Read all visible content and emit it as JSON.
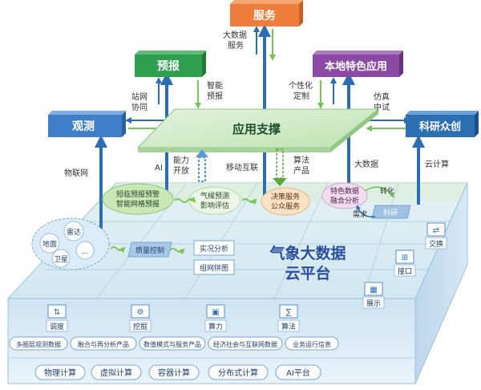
{
  "top_boxes": {
    "fuwu": "服务",
    "yubao": "预报",
    "bendi": "本地特色应用",
    "guance": "观测",
    "keyan": "科研众创"
  },
  "platform": {
    "label": "应用支撑"
  },
  "flow_labels": {
    "dashuju_fuwu": [
      "大数据",
      "服务"
    ],
    "zhiwang_xietong": [
      "站网",
      "协同"
    ],
    "zhineng_yubao": [
      "智能",
      "预报"
    ],
    "gexinghua_dingzhi": [
      "个性化",
      "定制"
    ],
    "fangzhen_zhongshi": [
      "仿真",
      "中试"
    ],
    "wulianwang": "物联网",
    "ai": "AI",
    "nengli_kaifang": [
      "能力",
      "开放"
    ],
    "yidong_hulian": "移动互联",
    "suanfa_chanpin": [
      "算法",
      "产品"
    ],
    "dashuju": "大数据",
    "yunjisuan": "云计算"
  },
  "cloud": {
    "title_line1": "气象大数据",
    "title_line2": "云平台",
    "nodes": {
      "duanlin": [
        "短临预报预警",
        "智能网格预报"
      ],
      "qihou": [
        "气候预测",
        "影响评估"
      ],
      "juece": [
        "决策服务",
        "公众服务"
      ],
      "tese": [
        "特色数据",
        "融合分析"
      ],
      "zhuanhua": "转化",
      "xuqiu": "需求",
      "keyan_small": "科研",
      "zhiliang": "质量控制",
      "shikuang": "实况分析",
      "zuwang": "组网拼图"
    },
    "sources": {
      "leida": "雷达",
      "dimian": "地面",
      "weixing": "卫星",
      "more": "…"
    },
    "right_icons": {
      "jiaohuan": "交换",
      "jiekou": "接口",
      "zhanshi": "展示"
    },
    "bottom_icons": {
      "diaodu": "调度",
      "wajue": "挖掘",
      "suanli": "算力",
      "suanfa": "算法"
    }
  },
  "data_types": [
    "多圈层观测数据",
    "融合与再分析产品",
    "数值模式与服务产品",
    "经济社会与互联网数据",
    "业务运行信息"
  ],
  "compute": [
    "物理计算",
    "虚拟计算",
    "容器计算",
    "分布式计算",
    "AI平台"
  ],
  "colors": {
    "fuwu": "#ee7d3b",
    "yubao": "#2f9e4f",
    "bendi": "#8a4aa3",
    "guance": "#3f7fc9",
    "keyan": "#2c6fb3",
    "platform": "#c9e8c3",
    "arrow_blue": "#2d6db3",
    "arrow_green": "#8ccf6a",
    "cloud_text": "#2a4f9c"
  }
}
